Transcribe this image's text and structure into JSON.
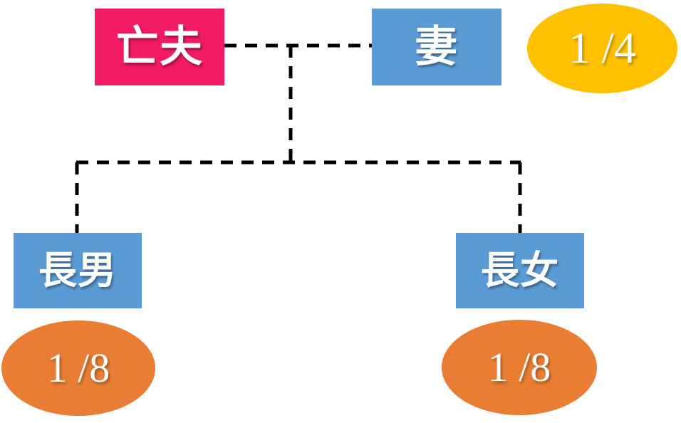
{
  "diagram": {
    "title": "inheritance-share-family-tree",
    "background_color": "#FFFFFF",
    "colors": {
      "deceased": "#F21B63",
      "heir": "#5B9BD5",
      "spouse_share": "#FFC000",
      "child_share": "#E87D33",
      "connector": "#000000"
    },
    "persons": [
      {
        "key": "deceased_husband",
        "label": "亡夫",
        "role": "deceased",
        "shape": "rectangle",
        "color": "#F21B63"
      },
      {
        "key": "wife",
        "label": "妻",
        "role": "heir",
        "shape": "rectangle",
        "color": "#5B9BD5"
      },
      {
        "key": "eldest_son",
        "label": "長男",
        "role": "heir",
        "shape": "rectangle",
        "color": "#5B9BD5"
      },
      {
        "key": "eldest_daughter",
        "label": "長女",
        "role": "heir",
        "shape": "rectangle",
        "color": "#5B9BD5"
      }
    ],
    "shares": [
      {
        "key": "wife_share",
        "for": "wife",
        "label": "1 /4",
        "fraction": "1/4",
        "value": 0.25,
        "shape": "ellipse",
        "color": "#FFC000"
      },
      {
        "key": "eldest_son_share",
        "for": "eldest_son",
        "label": "1 /8",
        "fraction": "1/8",
        "value": 0.125,
        "shape": "ellipse",
        "color": "#E87D33"
      },
      {
        "key": "eldest_daughter_share",
        "for": "eldest_daughter",
        "label": "1 /8",
        "fraction": "1/8",
        "value": 0.125,
        "shape": "ellipse",
        "color": "#E87D33"
      }
    ],
    "connectors": {
      "style": "dashed",
      "links": [
        {
          "from": "deceased_husband",
          "to": "wife",
          "kind": "marriage"
        },
        {
          "from": "marriage",
          "to": "eldest_son",
          "kind": "parent-child"
        },
        {
          "from": "marriage",
          "to": "eldest_daughter",
          "kind": "parent-child"
        }
      ]
    }
  }
}
